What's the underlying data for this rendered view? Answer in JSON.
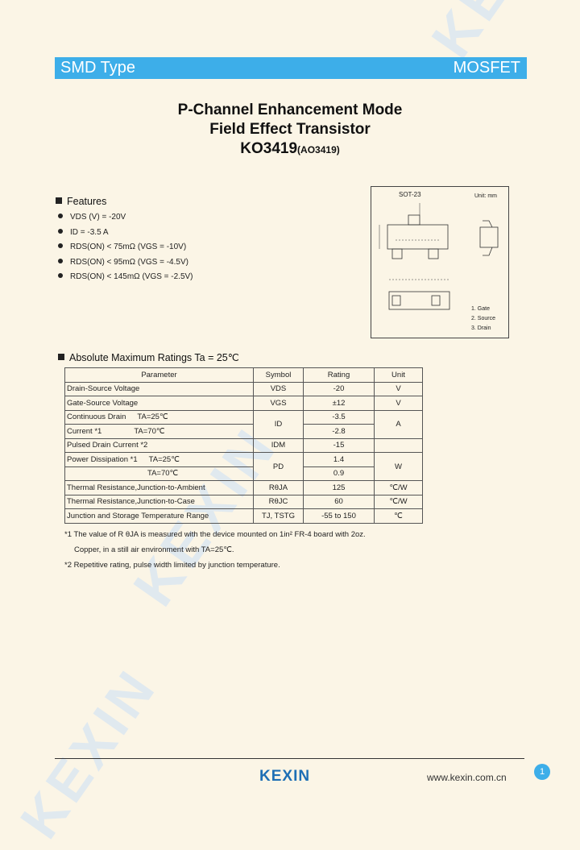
{
  "watermark": "KEXIN",
  "banner": {
    "left": "SMD Type",
    "right": "MOSFET"
  },
  "title": {
    "line1": "P-Channel Enhancement Mode",
    "line2": "Field Effect Transistor",
    "part": "KO3419",
    "alt": "(AO3419)"
  },
  "features": {
    "heading": "Features",
    "items": [
      "VDS (V) = -20V",
      "ID = -3.5 A",
      "RDS(ON) < 75mΩ (VGS = -10V)",
      "RDS(ON) < 95mΩ (VGS = -4.5V)",
      "RDS(ON) < 145mΩ (VGS = -2.5V)"
    ]
  },
  "package": {
    "name": "SOT-23",
    "unit": "Unit: mm",
    "pins": [
      "1. Gate",
      "2. Source",
      "3. Drain"
    ]
  },
  "ratings": {
    "heading": "Absolute Maximum Ratings Ta = 25℃",
    "headers": [
      "Parameter",
      "Symbol",
      "Rating",
      "Unit"
    ],
    "r1": {
      "p": "Drain-Source Voltage",
      "s": "VDS",
      "v": "-20",
      "u": "V"
    },
    "r2": {
      "p": "Gate-Source Voltage",
      "s": "VGS",
      "v": "±12",
      "u": "V"
    },
    "r3": {
      "p1": "Continuous Drain",
      "c1": "TA=25℃",
      "p2": "Current *1",
      "c2": "TA=70℃",
      "s": "ID",
      "v1": "-3.5",
      "v2": "-2.8",
      "u": "A"
    },
    "r4": {
      "p": "Pulsed Drain Current *2",
      "s": "IDM",
      "v": "-15"
    },
    "r5": {
      "p1": "Power Dissipation *1",
      "c1": "TA=25℃",
      "c2": "TA=70℃",
      "s": "PD",
      "v1": "1.4",
      "v2": "0.9",
      "u": "W"
    },
    "r6": {
      "p": "Thermal Resistance,Junction-to-Ambient",
      "s": "RθJA",
      "v": "125",
      "u": "℃/W"
    },
    "r7": {
      "p": "Thermal Resistance,Junction-to-Case",
      "s": "RθJC",
      "v": "60",
      "u": "℃/W"
    },
    "r8": {
      "p": "Junction and Storage Temperature Range",
      "s": "TJ, TSTG",
      "v": "-55 to 150",
      "u": "℃"
    }
  },
  "notes": {
    "n1": "*1 The value of R θJA is measured with the device mounted on 1in² FR-4 board with 2oz.",
    "n1b": "Copper, in a still air environment with TA=25℃.",
    "n2": "*2 Repetitive rating, pulse width limited by junction temperature."
  },
  "footer": {
    "logo": "KEXIN",
    "site": "www.kexin.com.cn",
    "page": "1"
  }
}
